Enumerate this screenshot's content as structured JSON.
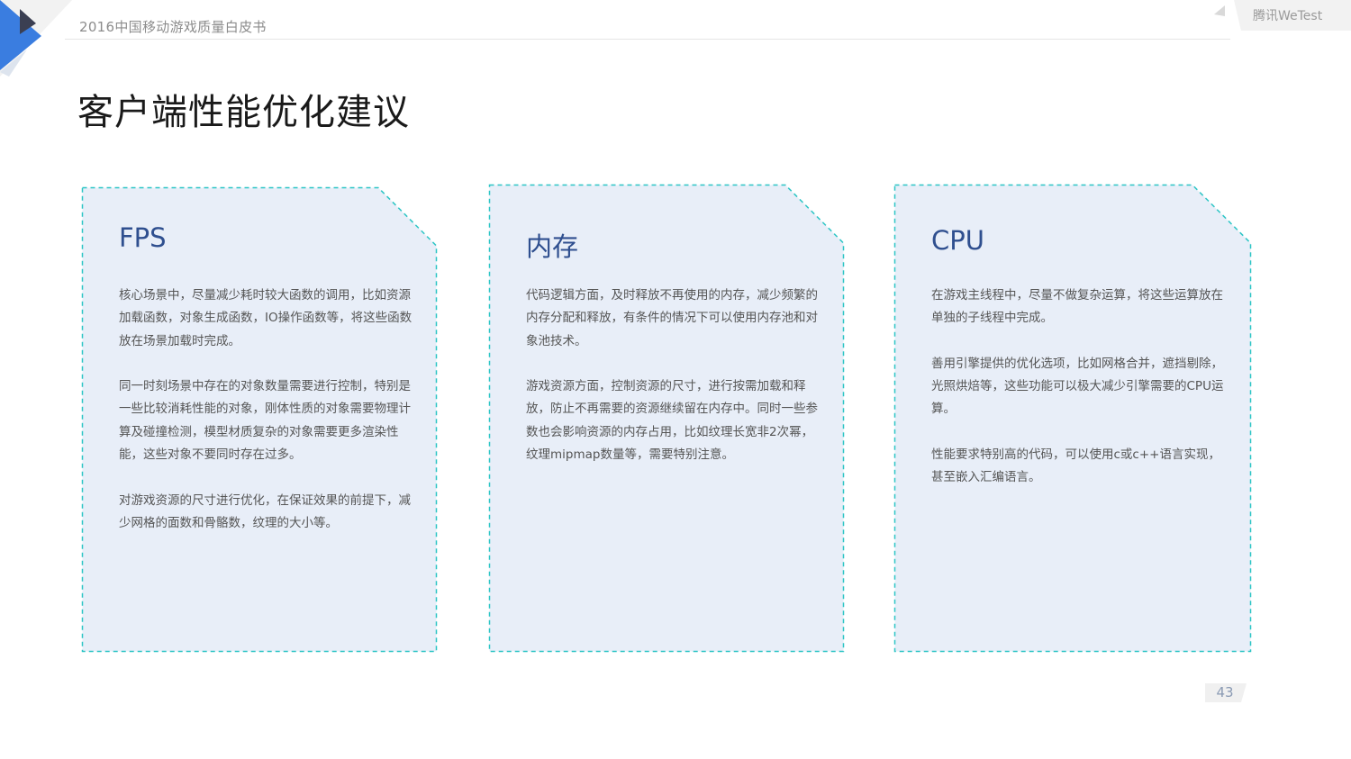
{
  "header": {
    "title": "2016中国移动游戏质量白皮书",
    "brand": "腾讯WeTest"
  },
  "page": {
    "heading": "客户端性能优化建议",
    "number": "43"
  },
  "colors": {
    "accent_blue": "#3a7de0",
    "card_fill": "#e8eef8",
    "card_border": "#2cc5c5",
    "title_blue": "#2f4f8f"
  },
  "cards": [
    {
      "title": "FPS",
      "paragraphs": [
        "核心场景中，尽量减少耗时较大函数的调用，比如资源加载函数，对象生成函数，IO操作函数等，将这些函数放在场景加载时完成。",
        "同一时刻场景中存在的对象数量需要进行控制，特别是一些比较消耗性能的对象，刚体性质的对象需要物理计算及碰撞检测，模型材质复杂的对象需要更多渲染性能，这些对象不要同时存在过多。",
        "对游戏资源的尺寸进行优化，在保证效果的前提下，减少网格的面数和骨骼数，纹理的大小等。"
      ]
    },
    {
      "title": "内存",
      "paragraphs": [
        "代码逻辑方面，及时释放不再使用的内存，减少频繁的内存分配和释放，有条件的情况下可以使用内存池和对象池技术。",
        "游戏资源方面，控制资源的尺寸，进行按需加载和释放，防止不再需要的资源继续留在内存中。同时一些参数也会影响资源的内存占用，比如纹理长宽非2次幂，纹理mipmap数量等，需要特别注意。"
      ]
    },
    {
      "title": "CPU",
      "paragraphs": [
        "在游戏主线程中，尽量不做复杂运算，将这些运算放在单独的子线程中完成。",
        "善用引擎提供的优化选项，比如网格合并，遮挡剔除，光照烘焙等，这些功能可以极大减少引擎需要的CPU运算。",
        "性能要求特别高的代码，可以使用c或c++语言实现，甚至嵌入汇编语言。"
      ]
    }
  ]
}
